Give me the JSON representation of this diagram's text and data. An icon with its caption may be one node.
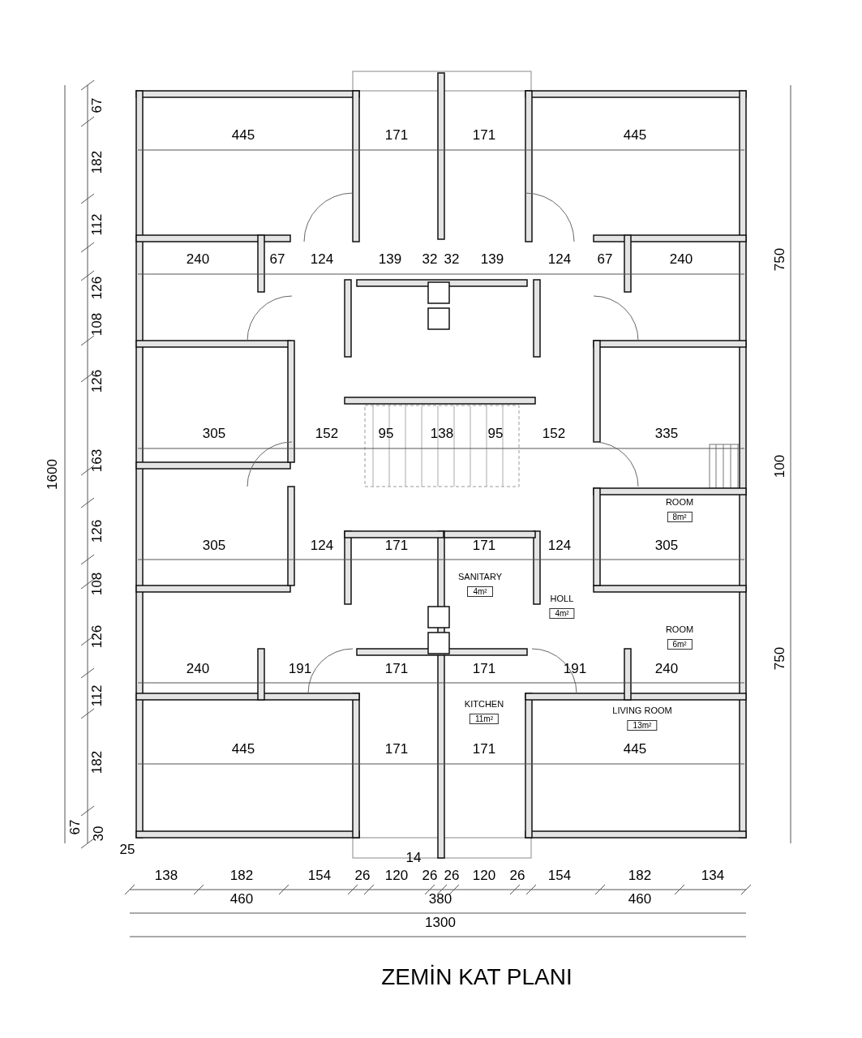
{
  "diagram": {
    "caption": "ZEMİN KAT PLANI",
    "nodes": [
      {
        "text": [
          "ROOM",
          "8m²"
        ]
      },
      {
        "text": [
          "SANITARY",
          "4m²"
        ]
      },
      {
        "text": [
          "HOLL",
          "4m²"
        ]
      },
      {
        "text": [
          "ROOM",
          "6m²"
        ]
      },
      {
        "text": [
          "KITCHEN",
          "11m²"
        ]
      },
      {
        "text": [
          "LIVING ROOM",
          "13m²"
        ]
      }
    ],
    "edges": [],
    "labels": [
      "67",
      "445",
      "171",
      "171",
      "445",
      "182",
      "112",
      "240",
      "67",
      "124",
      "139",
      "32",
      "32",
      "139",
      "124",
      "67",
      "240",
      "750",
      "126",
      "108",
      "126",
      "305",
      "152",
      "95",
      "138",
      "95",
      "152",
      "335",
      "163",
      "100",
      "1600",
      "126",
      "305",
      "124",
      "171",
      "171",
      "124",
      "305",
      "108",
      "126",
      "750",
      "240",
      "191",
      "171",
      "171",
      "191",
      "240",
      "112",
      "445",
      "171",
      "171",
      "445",
      "182",
      "67",
      "30",
      "25",
      "14",
      "138",
      "182",
      "154",
      "26",
      "120",
      "26",
      "26",
      "120",
      "26",
      "154",
      "182",
      "134",
      "460",
      "380",
      "460",
      "1300"
    ]
  }
}
